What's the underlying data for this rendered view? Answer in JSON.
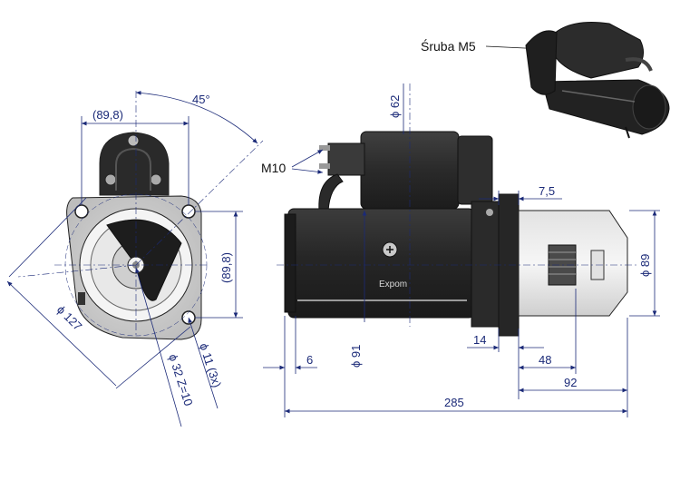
{
  "callouts": {
    "screw": "Śruba M5",
    "thread": "M10"
  },
  "front_view": {
    "bolt_spacing": "(89,8)",
    "bolt_spacing_vertical": "(89,8)",
    "angle": "45°",
    "flange_diameter": "ϕ 127",
    "pinion": "ϕ 32  Z=10",
    "holes": "ϕ 11 (3x)"
  },
  "side_view": {
    "solenoid_diameter": "ϕ 62",
    "flange_offset": "7,5",
    "pinion_diameter": "ϕ 89",
    "body_diameter": "ϕ 91",
    "rear_offset": "6",
    "flange_thickness": "14",
    "pinion_length": "48",
    "nose_length": "92",
    "overall_length": "285"
  },
  "logo_text": "Expom",
  "colors": {
    "dimension": "#1b2a78",
    "body": "#2b2b2b",
    "flange": "#c8c8c8"
  },
  "icons": {
    "front": "starter-front-view",
    "side": "starter-side-view",
    "iso": "starter-3d-view"
  }
}
